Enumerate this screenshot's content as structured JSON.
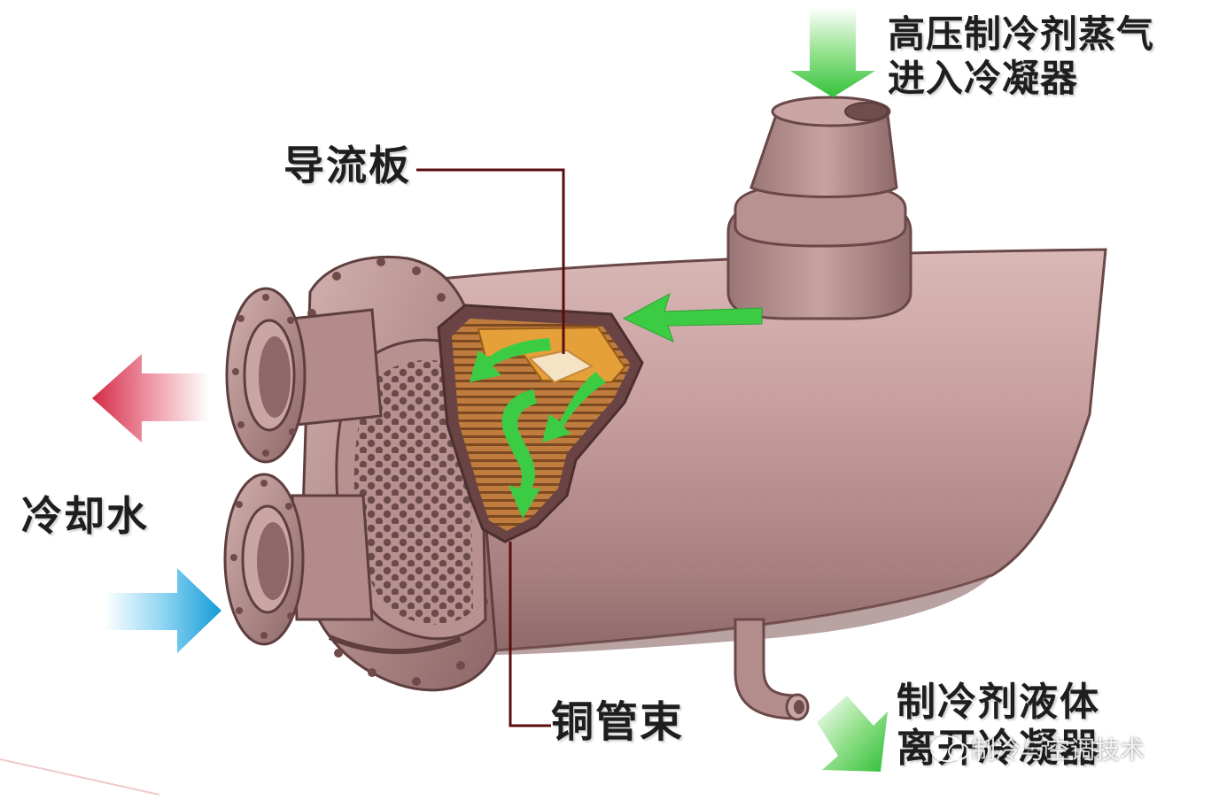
{
  "labels": {
    "refrigerant_inlet": [
      "高压制冷剂蒸气",
      "进入冷凝器"
    ],
    "baffle": "导流板",
    "cooling_water": "冷却水",
    "copper_tube_bundle": "铜管束",
    "refrigerant_outlet": [
      "制冷剂液体",
      "离开冷凝器"
    ]
  },
  "watermark": "制冷与空调技术",
  "colors": {
    "shell": "#c9a3a3",
    "shell_dark": "#8a6262",
    "copper": "#b9743a",
    "baffle": "#e39a2a",
    "flow_arrow": "#43d14a",
    "hot_water_arrow": "#d9334d",
    "cold_water_arrow": "#22a9e0",
    "leader_line": "#5a0d0d"
  }
}
